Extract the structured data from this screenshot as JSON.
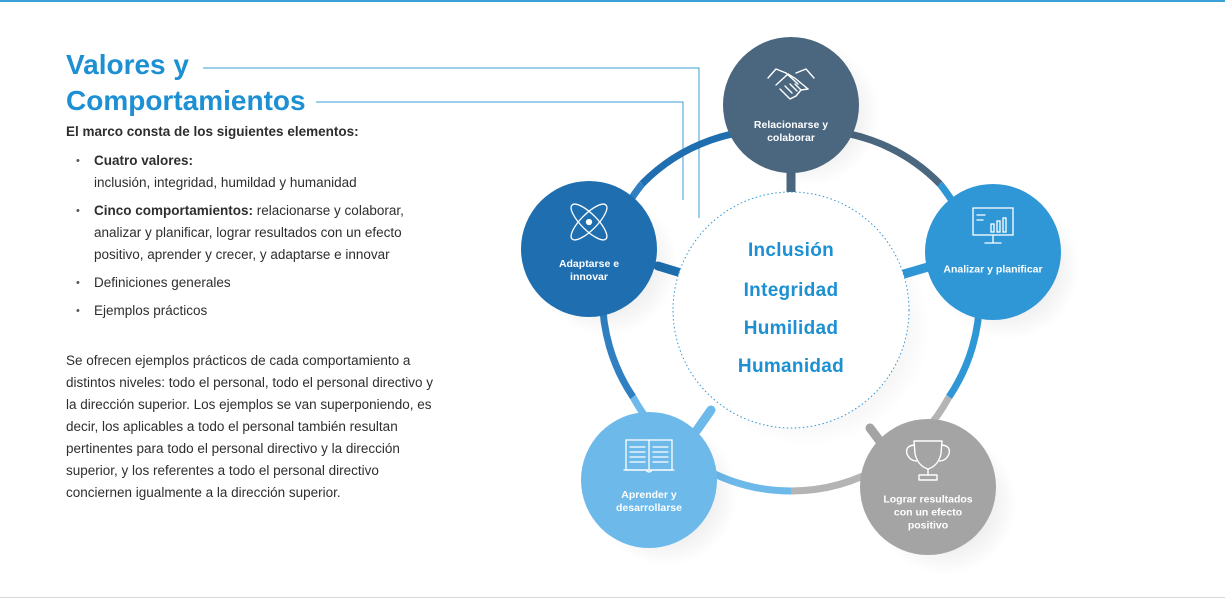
{
  "title": {
    "line1": "Valores y",
    "line2": "Comportamientos"
  },
  "intro": "El marco consta de los siguientes elementos:",
  "bullets": [
    {
      "label": "Cuatro valores:",
      "text": "inclusión, integridad, humildad y humanidad"
    },
    {
      "label": "Cinco comportamientos:",
      "text": " relacionarse y colaborar, analizar y planificar, lograr resultados con un efecto positivo, aprender y crecer, y adaptarse e innovar"
    },
    {
      "text": "Definiciones generales"
    },
    {
      "text": "Ejemplos prácticos"
    }
  ],
  "paragraph": "Se ofrecen ejemplos prácticos de cada comportamiento a distintos niveles: todo el personal, todo el personal directivo y la dirección superior. Los ejemplos se van superponiendo, es decir, los aplicables a todo el personal también resultan pertinentes para todo el personal directivo y la dirección superior, y los referentes a todo el personal directivo conciernen igualmente a la dirección superior.",
  "values": [
    "Inclusión",
    "Integridad",
    "Humilidad",
    "Humanidad"
  ],
  "behaviors": [
    {
      "label": "Relacionarse y colaborar",
      "icon": "handshake-icon",
      "color": "#4b667f"
    },
    {
      "label": "Analizar y planificar",
      "icon": "monitor-chart-icon",
      "color": "#2f97d6"
    },
    {
      "label": "Lograr resultados con un efecto positivo",
      "icon": "trophy-icon",
      "color": "#a4a4a4"
    },
    {
      "label": "Aprender y desarrollarse",
      "icon": "open-book-icon",
      "color": "#6cb9ea"
    },
    {
      "label": "Adaptarse e innovar",
      "icon": "atom-icon",
      "color": "#1f6eaf"
    }
  ],
  "colors": {
    "title": "#1d8fd3",
    "values": "#1d8fd3",
    "ring_gray": "#b4b4b4",
    "top_rule": "#3aa0d6"
  }
}
